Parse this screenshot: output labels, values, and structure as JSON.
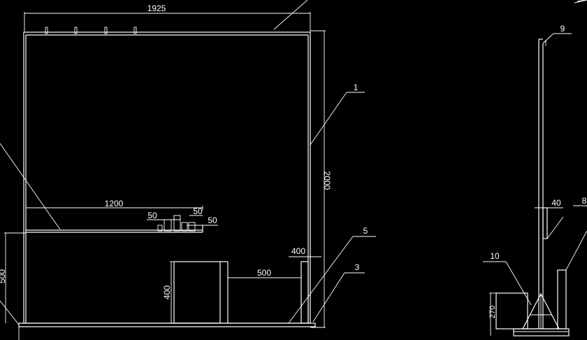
{
  "drawing": {
    "background": "#000000",
    "stroke_color": "#ffffff",
    "dimensions": {
      "width_total": "1925",
      "height_total": "2000",
      "shelf_length": "1200",
      "shelf_gap_a": "50",
      "shelf_gap_b": "50",
      "shelf_gap_c": "50",
      "post_offset": "400",
      "block_height": "400",
      "block_spacing": "500",
      "left_height": "500",
      "side_offset": "40",
      "side_base": "270"
    },
    "callouts": {
      "c1": "1",
      "c3": "3",
      "c5": "5",
      "c8": "8",
      "c9": "9",
      "c10": "10"
    }
  }
}
